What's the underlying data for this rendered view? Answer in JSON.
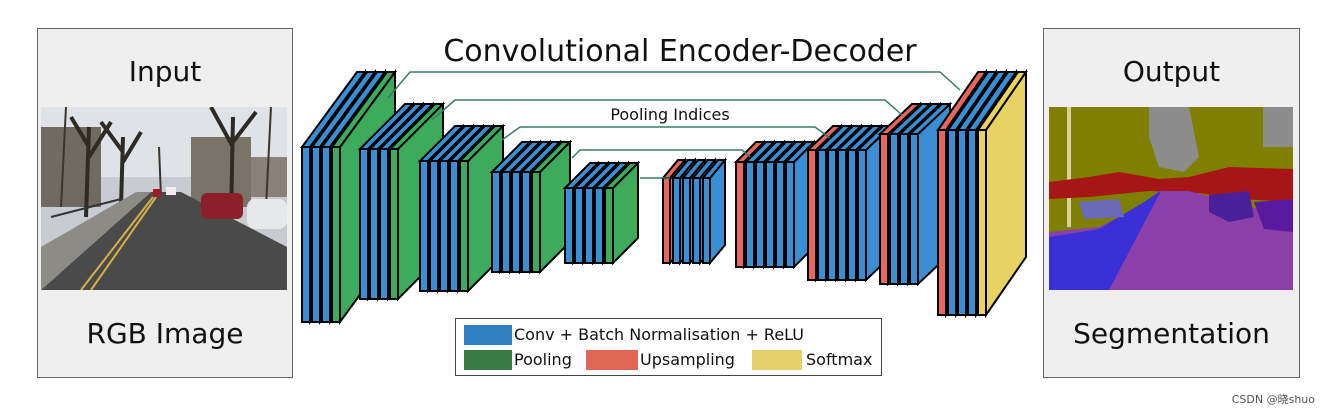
{
  "title": "Convolutional Encoder-Decoder",
  "pooling_indices_label": "Pooling Indices",
  "input_panel": {
    "title": "Input",
    "caption": "RGB Image"
  },
  "output_panel": {
    "title": "Output",
    "caption": "Segmentation"
  },
  "legend": {
    "conv": "Conv + Batch Normalisation + ReLU",
    "pooling": "Pooling",
    "upsampling": "Upsampling",
    "softmax": "Softmax"
  },
  "colors": {
    "conv": "#3a8fd4",
    "pooling": "#3daa5c",
    "upsampling": "#e8665a",
    "softmax": "#e8d264",
    "legend_conv": "#2f7fc1",
    "legend_pooling": "#3a7a45",
    "legend_upsampling": "#e06656",
    "legend_softmax": "#e6cf6a"
  },
  "watermark": "CSDN @晓shuo"
}
